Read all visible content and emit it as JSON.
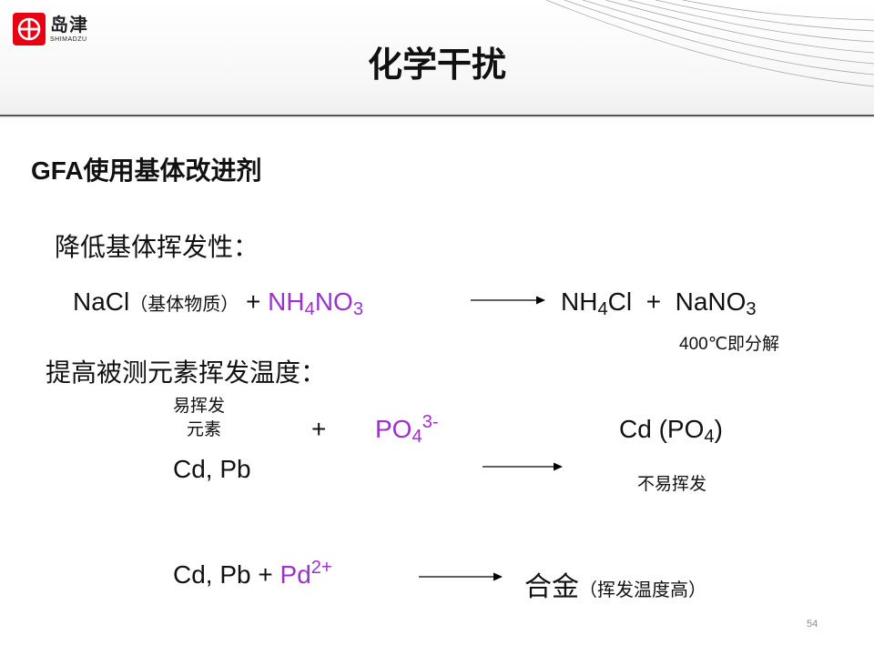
{
  "logo": {
    "cn": "岛津",
    "en": "SHIMADZU"
  },
  "title": "化学干扰",
  "section_heading": "GFA使用基体改进剂",
  "reduce": {
    "heading": "降低基体挥发性：",
    "left_compound": "NaCl",
    "left_note": "（基体物质）",
    "plus": "+",
    "reagent_a": "NH",
    "reagent_sub1": "4",
    "reagent_b": "NO",
    "reagent_sub2": "3",
    "product1_a": "NH",
    "product1_sub": "4",
    "product1_b": "Cl",
    "plus2": "+",
    "product2_a": "NaNO",
    "product2_sub": "3",
    "decompose_note": "400℃即分解"
  },
  "raise": {
    "heading": "提高被测元素挥发温度：",
    "volatile_label_line1": "易挥发",
    "volatile_label_line2": "元素",
    "plus": "+",
    "phosphate_a": "PO",
    "phosphate_sub": "4",
    "phosphate_sup": "3-",
    "elements": "Cd, Pb",
    "product_a": "Cd (PO",
    "product_sub": "4",
    "product_b": ")",
    "product_note": "不易挥发"
  },
  "alloy": {
    "elements": "Cd, Pb",
    "plus": "+",
    "pd": "Pd",
    "pd_sup": "2+",
    "product": "合金",
    "product_note": "（挥发温度高）"
  },
  "page_number": "54",
  "colors": {
    "accent": "#9933cc",
    "brand_red": "#e60012"
  },
  "icons": {
    "arrow": "right-arrow-icon",
    "logo": "shimadzu-logo-icon"
  }
}
